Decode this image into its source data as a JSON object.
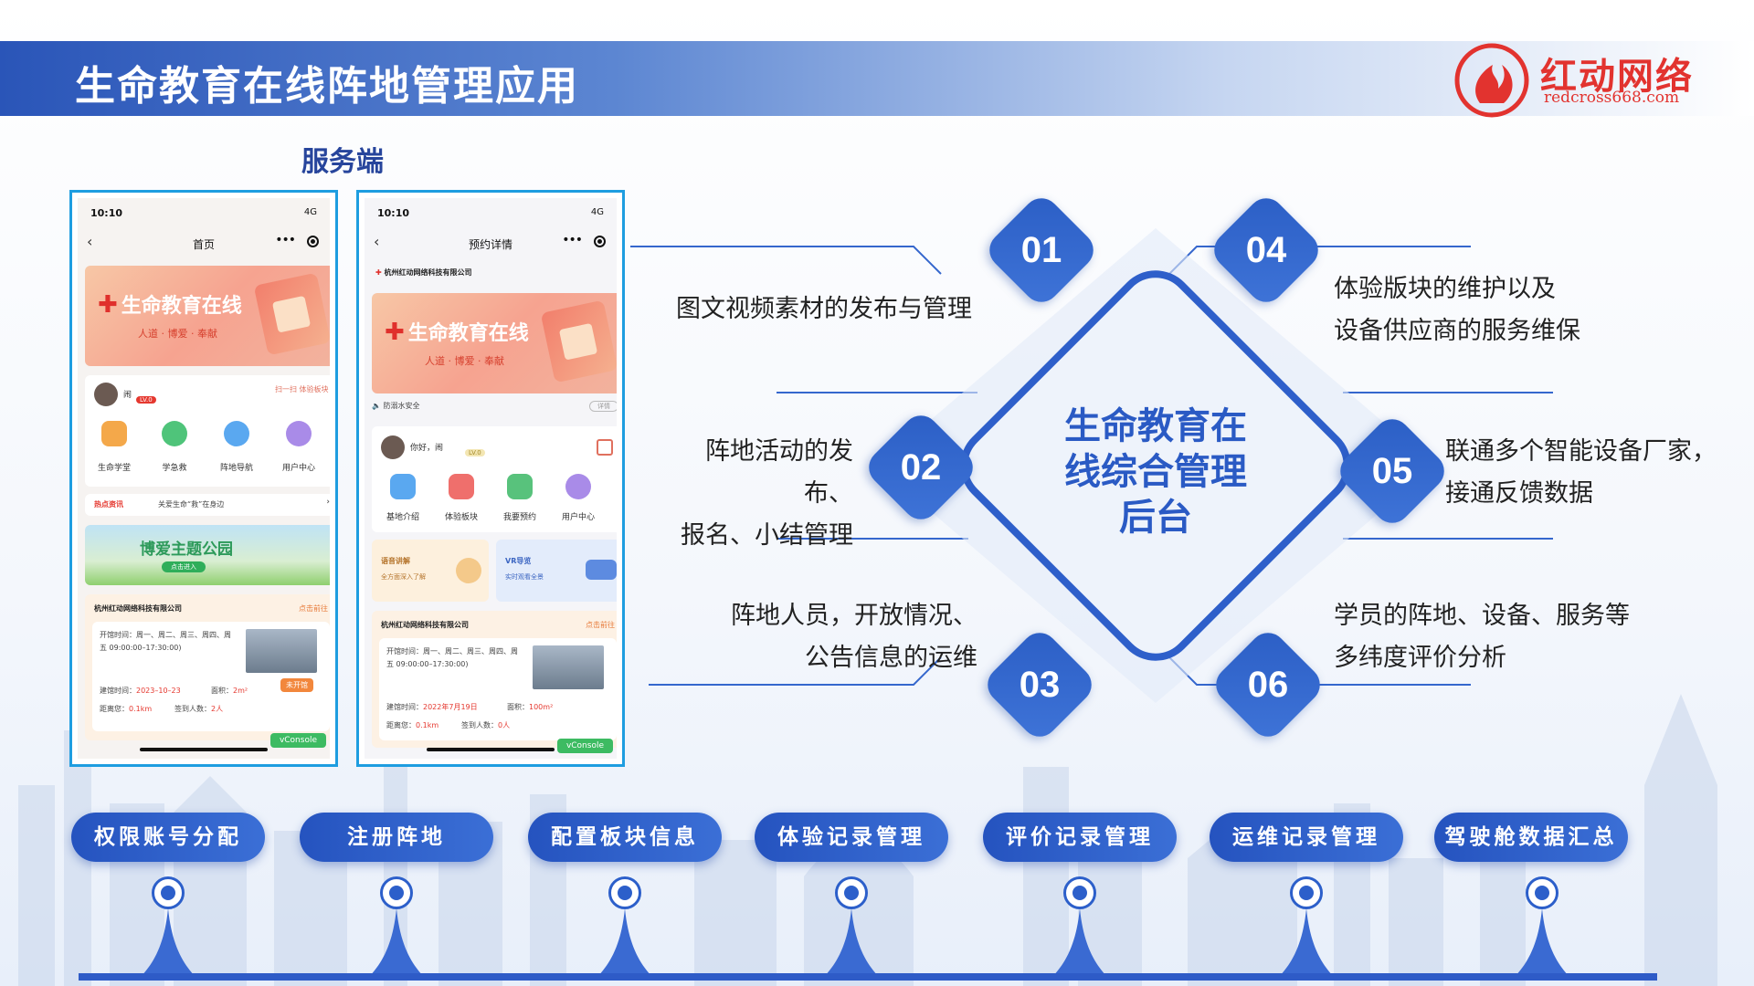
{
  "header": {
    "title": "生命教育在线阵地管理应用"
  },
  "logo": {
    "name": "红动网络",
    "url": "redcross668.com"
  },
  "section_label": "服务端",
  "phone1": {
    "time": "10:10",
    "signal": "4G",
    "nav_title": "首页",
    "banner_title": "生命教育在线",
    "banner_sub": "人道 · 博爱 · 奉献",
    "user_name": "闹",
    "level": "LV.0",
    "scan_label": "扫一扫 体验板块",
    "icons": [
      "生命学堂",
      "学急救",
      "阵地导航",
      "用户中心"
    ],
    "hot_label": "热点资讯",
    "hot_text": "关爱生命“救”在身边",
    "park_title": "博爱主题公园",
    "park_btn": "点击进入",
    "company": "杭州红动网络科技有限公司",
    "goto": "点击前往",
    "hours": "开馆时间：周一、周二、周三、周四、周五 09:00:00–17:30:00)",
    "built_label": "建馆时间：",
    "built": "2023–10–23",
    "area_label": "面积：",
    "area": "2m²",
    "distance_label": "距离您：",
    "distance": "0.1km",
    "signin_label": "签到人数：",
    "signin": "2人",
    "status_tag": "未开馆",
    "console": "vConsole"
  },
  "phone2": {
    "time": "10:10",
    "signal": "4G",
    "nav_title": "预约详情",
    "org": "杭州红动网络科技有限公司",
    "banner_title": "生命教育在线",
    "banner_sub": "人道 · 博爱 · 奉献",
    "notice": "防溺水安全",
    "notice_btn": "详情",
    "greeting": "你好，闹",
    "level": "LV.0",
    "icons": [
      "基地介绍",
      "体验板块",
      "我要预约",
      "用户中心"
    ],
    "voice_title": "语音讲解",
    "voice_sub": "全方面深入了解",
    "vr_title": "VR导览",
    "vr_sub": "实时观看全景",
    "company": "杭州红动网络科技有限公司",
    "goto": "点击前往",
    "hours": "开馆时间：周一、周二、周三、周四、周五 09:00:00–17:30:00)",
    "built_label": "建馆时间：",
    "built": "2022年7月19日",
    "area_label": "面积：",
    "area": "100m²",
    "distance_label": "距离您：",
    "distance": "0.1km",
    "signin_label": "签到人数：",
    "signin": "0人",
    "console": "vConsole"
  },
  "center": {
    "line1": "生命教育在",
    "line2": "线综合管理",
    "line3": "后台"
  },
  "features": [
    {
      "num": "01",
      "lines": [
        "图文视频素材的发布与管理"
      ]
    },
    {
      "num": "02",
      "lines": [
        "阵地活动的发布、",
        "报名、小结管理"
      ]
    },
    {
      "num": "03",
      "lines": [
        "阵地人员，开放情况、",
        "公告信息的运维"
      ]
    },
    {
      "num": "04",
      "lines": [
        "体验版块的维护以及",
        "设备供应商的服务维保"
      ]
    },
    {
      "num": "05",
      "lines": [
        "联通多个智能设备厂家，",
        "接通反馈数据"
      ]
    },
    {
      "num": "06",
      "lines": [
        "学员的阵地、设备、服务等",
        "多纬度评价分析"
      ]
    }
  ],
  "bottom_buttons": [
    "权限账号分配",
    "注册阵地",
    "配置板块信息",
    "体验记录管理",
    "评价记录管理",
    "运维记录管理",
    "驾驶舱数据汇总"
  ],
  "colors": {
    "primary": "#2c5fca",
    "brand_red": "#e2332f",
    "phone_border": "#1e9de0"
  }
}
